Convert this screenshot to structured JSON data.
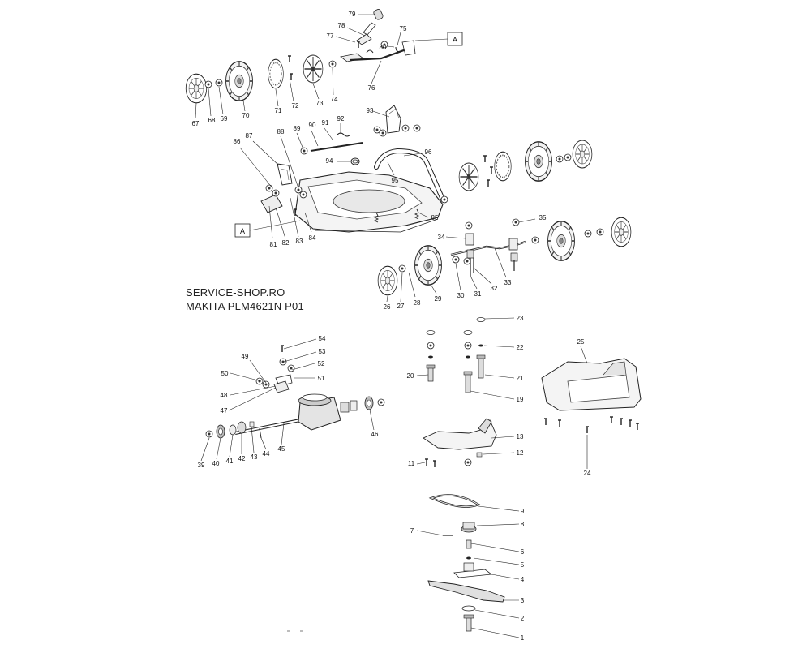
{
  "header": {
    "site": "SERVICE-SHOP.RO",
    "model": "MAKITA PLM4621N P01"
  },
  "reference_marker": "A",
  "part_numbers": {
    "p1": "1",
    "p2": "2",
    "p3": "3",
    "p4": "4",
    "p5": "5",
    "p6": "6",
    "p7": "7",
    "p8": "8",
    "p9": "9",
    "p11": "11",
    "p12": "12",
    "p13": "13",
    "p19": "19",
    "p20": "20",
    "p21": "21",
    "p22": "22",
    "p23": "23",
    "p24": "24",
    "p25": "25",
    "p26": "26",
    "p27": "27",
    "p28": "28",
    "p29": "29",
    "p30": "30",
    "p31": "31",
    "p32": "32",
    "p33": "33",
    "p34": "34",
    "p35": "35",
    "p39": "39",
    "p40": "40",
    "p41": "41",
    "p42": "42",
    "p43": "43",
    "p44": "44",
    "p45": "45",
    "p46": "46",
    "p47": "47",
    "p48": "48",
    "p49": "49",
    "p50": "50",
    "p51": "51",
    "p52": "52",
    "p53": "53",
    "p54": "54",
    "p67": "67",
    "p68": "68",
    "p69": "69",
    "p70": "70",
    "p71": "71",
    "p72": "72",
    "p73": "73",
    "p74": "74",
    "p75": "75",
    "p76": "76",
    "p77": "77",
    "p78": "78",
    "p79": "79",
    "p80": "80",
    "p81": "81",
    "p82": "82",
    "p83": "83",
    "p84": "84",
    "p85": "85",
    "p86": "86",
    "p87": "87",
    "p88": "88",
    "p89": "89",
    "p90": "90",
    "p91": "91",
    "p92": "92",
    "p93": "93",
    "p94": "94",
    "p95": "95",
    "p96": "96"
  }
}
